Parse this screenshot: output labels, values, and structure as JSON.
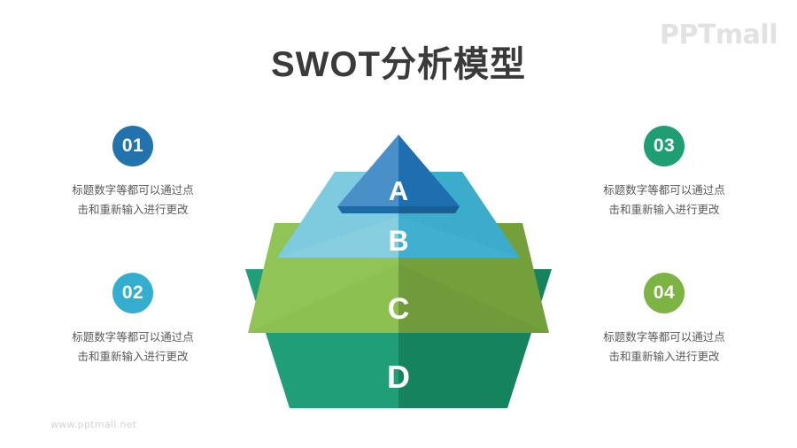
{
  "brand": {
    "logo_text": "PPTmall",
    "footer_url": "www.pptmall.net"
  },
  "header": {
    "title": "SWOT分析模型"
  },
  "items": [
    {
      "number": "01",
      "color": "#2272ad",
      "side": "left",
      "desc_line1": "标题数字等都可以通过点",
      "desc_line2": "击和重新输入进行更改"
    },
    {
      "number": "02",
      "color": "#34aed0",
      "side": "left",
      "desc_line1": "标题数字等都可以通过点",
      "desc_line2": "击和重新输入进行更改"
    },
    {
      "number": "03",
      "color": "#1e9e72",
      "side": "right",
      "desc_line1": "标题数字等都可以通过点",
      "desc_line2": "击和重新输入进行更改"
    },
    {
      "number": "04",
      "color": "#7cb342",
      "side": "right",
      "desc_line1": "标题数字等都可以通过点",
      "desc_line2": "击和重新输入进行更改"
    }
  ],
  "chart_data": {
    "type": "pyramid",
    "title": "SWOT分析模型",
    "orientation": "vertical-stacked-3d",
    "levels": [
      {
        "label": "A",
        "rank": 1,
        "name": "layer-a",
        "color_left": "#4a90c8",
        "color_right": "#1f6eb0",
        "color_bevel_left": "#1a6ba8",
        "color_bevel_right": "#17608f",
        "linked_item": "01"
      },
      {
        "label": "B",
        "rank": 2,
        "name": "layer-b",
        "color_left": "#87cde0",
        "color_right": "#3fb0cf",
        "color_bevel_left": "#5fc0d8",
        "color_bevel_right": "#2e9fbe",
        "linked_item": "02"
      },
      {
        "label": "C",
        "rank": 3,
        "name": "layer-c",
        "color_left": "#8cc152",
        "color_right": "#6f9b3a",
        "color_bevel_left": "#9ecb63",
        "color_bevel_right": "#82ab45",
        "linked_item": "04"
      },
      {
        "label": "D",
        "rank": 4,
        "name": "layer-d",
        "color_left": "#1f9e78",
        "color_right": "#15845e",
        "color_bevel_left": "#1b8f6a",
        "color_bevel_right": "#0f7352",
        "linked_item": "03"
      }
    ]
  }
}
